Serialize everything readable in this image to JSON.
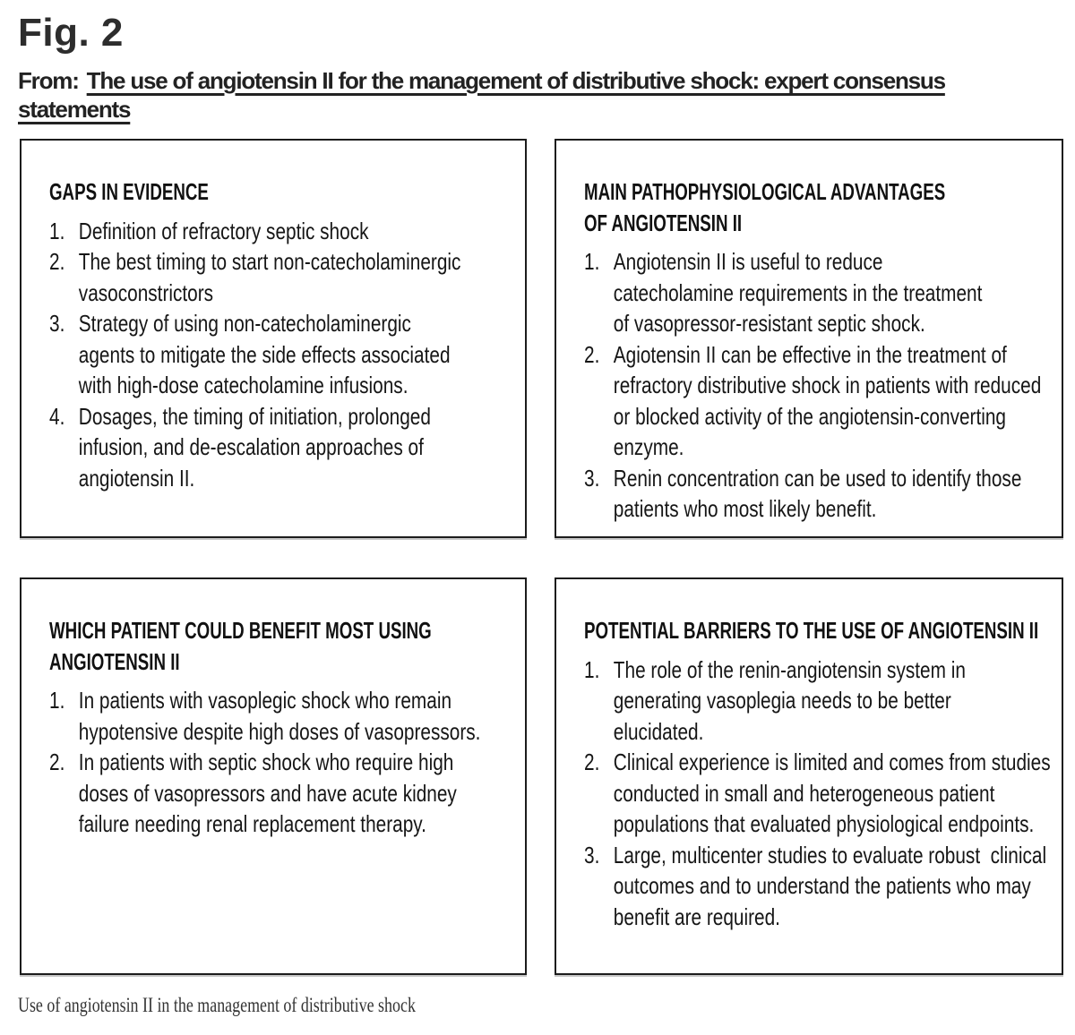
{
  "header": {
    "figure_label": "Fig. 2",
    "from_prefix": "From:",
    "article_title": "The use of angiotensin II for the management of distributive shock: expert consensus\nstatements"
  },
  "boxes": [
    {
      "title": "GAPS IN EVIDENCE",
      "items": [
        {
          "num": "1.",
          "text": "Definition of refractory septic shock"
        },
        {
          "num": "2.",
          "text": "The best timing to start non-catecholaminergic\nvasoconstrictors"
        },
        {
          "num": "3.",
          "text": "Strategy of using non-catecholaminergic\nagents to mitigate the side effects associated\nwith high-dose catecholamine infusions."
        },
        {
          "num": "4.",
          "text": "Dosages, the timing of initiation, prolonged\ninfusion, and de-escalation approaches of\nangiotensin II."
        }
      ]
    },
    {
      "title": "MAIN PATHOPHYSIOLOGICAL ADVANTAGES\nOF ANGIOTENSIN II",
      "items": [
        {
          "num": "1.",
          "text": "Angiotensin II is useful to reduce\ncatecholamine requirements in the treatment\nof vasopressor-resistant septic shock."
        },
        {
          "num": "2.",
          "text": "Agiotensin II can be effective in the treatment of\nrefractory distributive shock in patients with reduced\nor blocked activity of the angiotensin-converting\nenzyme."
        },
        {
          "num": "3.",
          "text": "Renin concentration can be used to identify those\npatients who most likely benefit."
        }
      ]
    },
    {
      "title": "WHICH PATIENT COULD BENEFIT MOST USING\nANGIOTENSIN II",
      "items": [
        {
          "num": "1.",
          "text": "In patients with vasoplegic shock who remain\nhypotensive despite high doses of vasopressors."
        },
        {
          "num": "2.",
          "text": "In patients with septic shock who require high\ndoses of vasopressors and have acute kidney\nfailure needing renal replacement therapy."
        }
      ]
    },
    {
      "title": "POTENTIAL BARRIERS TO THE USE OF ANGIOTENSIN II",
      "items": [
        {
          "num": "1.",
          "text": "The role of the renin-angiotensin system in\ngenerating vasoplegia needs to be better\nelucidated."
        },
        {
          "num": "2.",
          "text": "Clinical experience is limited and comes from studies\nconducted in small and heterogeneous patient\npopulations that evaluated physiological endpoints."
        },
        {
          "num": "3.",
          "text": "Large, multicenter studies to evaluate robust  clinical\noutcomes and to understand the patients who may\nbenefit are required."
        }
      ]
    }
  ],
  "caption": "Use of angiotensin II in the management of distributive shock",
  "colors": {
    "text": "#1a1a1a",
    "border": "#1c1c1c",
    "background": "#ffffff"
  }
}
